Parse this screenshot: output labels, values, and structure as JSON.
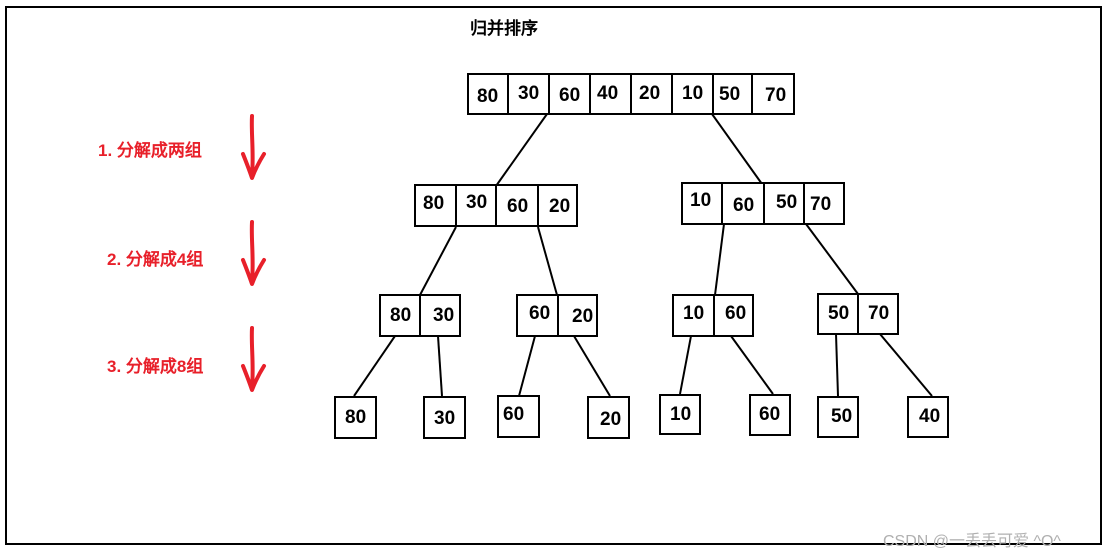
{
  "title": "归并排序",
  "steps": [
    {
      "label": "1. 分解成两组"
    },
    {
      "label": "2. 分解成4组"
    },
    {
      "label": "3. 分解成8组"
    }
  ],
  "colors": {
    "accent": "#e8202a",
    "line": "#000000"
  },
  "levels": {
    "l0": [
      [
        "80",
        "30",
        "60",
        "40",
        "20",
        "10",
        "50",
        "70"
      ]
    ],
    "l1": [
      [
        "80",
        "30",
        "60",
        "20"
      ],
      [
        "10",
        "60",
        "50",
        "70"
      ]
    ],
    "l2": [
      [
        "80",
        "30"
      ],
      [
        "60",
        "20"
      ],
      [
        "10",
        "60"
      ],
      [
        "50",
        "70"
      ]
    ],
    "l3": [
      [
        "80"
      ],
      [
        "30"
      ],
      [
        "60"
      ],
      [
        "20"
      ],
      [
        "10"
      ],
      [
        "60"
      ],
      [
        "50"
      ],
      [
        "40"
      ]
    ]
  },
  "watermark": "CSDN @一丢丢可爱 ^O^"
}
